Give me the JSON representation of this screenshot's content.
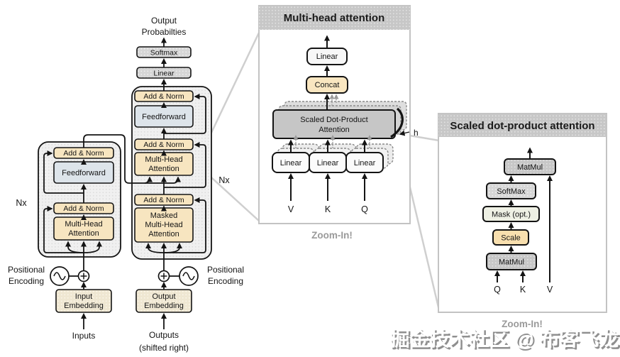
{
  "colors": {
    "tan_box": "#f7e5c0",
    "blue_gray_box": "#dde4ea",
    "gray_box": "#c7c7c7",
    "stack_bg": "#f0f0f0",
    "mask_box": "#eef0e4",
    "panel_border": "#c3c3c3",
    "wedge_line": "#cfcfcf",
    "caption_gray": "#9a9a9a"
  },
  "transformer": {
    "output_probabilities": [
      "Output",
      "Probabilties"
    ],
    "softmax": "Softmax",
    "linear": "Linear",
    "add_norm": "Add & Norm",
    "feedforward": "Feedforward",
    "multi_head_attention": [
      "Multi-Head",
      "Attention"
    ],
    "masked_multi_head_attention": [
      "Masked",
      "Multi-Head",
      "Attention"
    ],
    "nx": "Nx",
    "positional_encoding": [
      "Positional",
      "Encoding"
    ],
    "input_embedding": [
      "Input",
      "Embedding"
    ],
    "output_embedding": [
      "Output",
      "Embedding"
    ],
    "inputs": "Inputs",
    "outputs": [
      "Outputs",
      "(shifted right)"
    ]
  },
  "multi_head_panel": {
    "title": "Multi-head attention",
    "linear_top": "Linear",
    "concat": "Concat",
    "sdpa": [
      "Scaled Dot-Product",
      "Attention"
    ],
    "h_label": "h",
    "linear": "Linear",
    "v": "V",
    "k": "K",
    "q": "Q",
    "caption": "Zoom-In!"
  },
  "sdpa_panel": {
    "title": "Scaled dot-product attention",
    "matmul_top": "MatMul",
    "softmax": "SoftMax",
    "mask": "Mask (opt.)",
    "scale": "Scale",
    "matmul_bottom": "MatMul",
    "q": "Q",
    "k": "K",
    "v": "V",
    "caption": "Zoom-In!"
  },
  "watermark": "掘金技术社区 @ 布客飞龙"
}
